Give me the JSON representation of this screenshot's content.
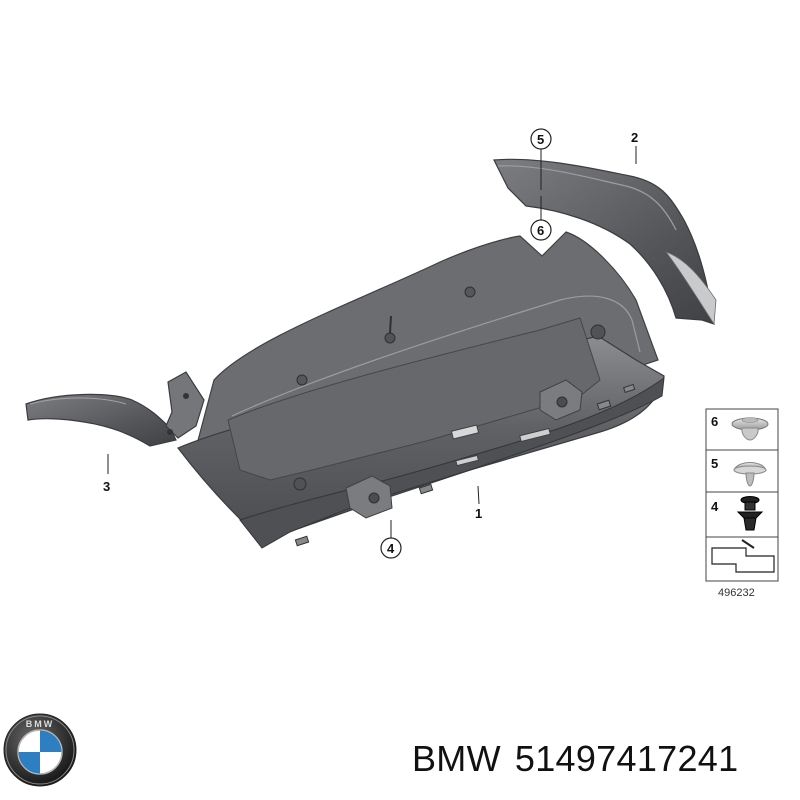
{
  "callouts": {
    "part1": "1",
    "part2": "2",
    "part3": "3",
    "part4": "4",
    "part5": "5",
    "part6": "6"
  },
  "legend": {
    "items": [
      {
        "number": "6",
        "icon": "rivet-clip-icon"
      },
      {
        "number": "5",
        "icon": "expanding-rivet-icon"
      },
      {
        "number": "4",
        "icon": "push-clip-icon"
      }
    ],
    "reference": "496232"
  },
  "brand": {
    "logo_letters": "BMW",
    "name": "BMW",
    "part_number": "51497417241"
  },
  "colors": {
    "part_fill": "#5d5f62",
    "part_light": "#8a8c8f",
    "part_dark": "#3e4043",
    "bmw_blue": "#2d7fc1"
  }
}
